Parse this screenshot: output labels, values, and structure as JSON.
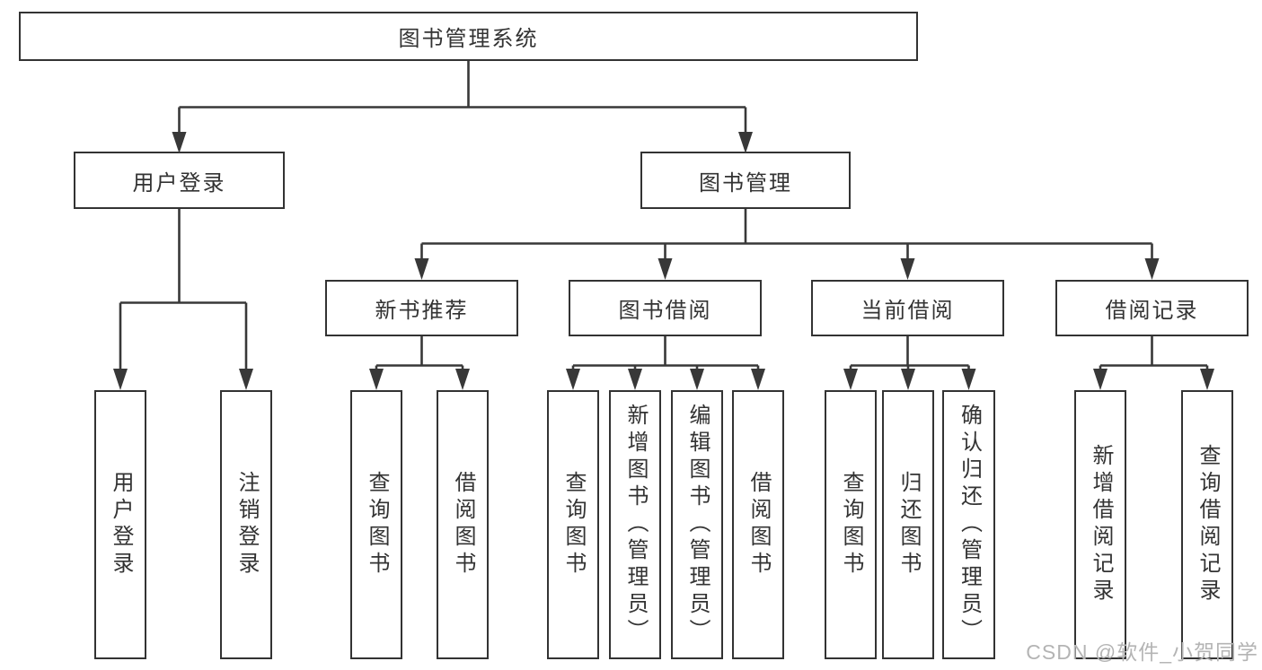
{
  "diagram_title": "图书管理系统",
  "colors": {
    "background": "#ffffff",
    "line": "#383838",
    "box_border": "#333333",
    "text": "#333333",
    "watermark": "#b4b4b4"
  },
  "tree": {
    "label": "图书管理系统",
    "children": [
      {
        "label": "用户登录",
        "children": [
          {
            "label": "用户登录"
          },
          {
            "label": "注销登录"
          }
        ]
      },
      {
        "label": "图书管理",
        "children": [
          {
            "label": "新书推荐",
            "children": [
              {
                "label": "查询图书"
              },
              {
                "label": "借阅图书"
              }
            ]
          },
          {
            "label": "图书借阅",
            "children": [
              {
                "label": "查询图书"
              },
              {
                "label": "新增图书（管理员）"
              },
              {
                "label": "编辑图书（管理员）"
              },
              {
                "label": "借阅图书"
              }
            ]
          },
          {
            "label": "当前借阅",
            "children": [
              {
                "label": "查询图书"
              },
              {
                "label": "归还图书"
              },
              {
                "label": "确认归还（管理员）"
              }
            ]
          },
          {
            "label": "借阅记录",
            "children": [
              {
                "label": "新增借阅记录"
              },
              {
                "label": "查询借阅记录"
              }
            ]
          }
        ]
      }
    ]
  },
  "watermark": {
    "text": "CSDN @软件_小贺同学"
  }
}
